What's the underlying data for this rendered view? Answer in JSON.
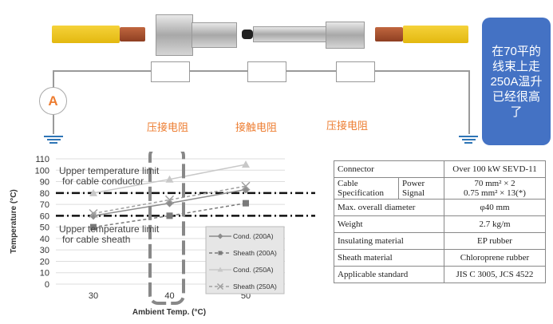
{
  "circuit": {
    "ammeter_label": "A",
    "resistors": [
      "压接电阻",
      "接触电阻",
      "压接电阻"
    ]
  },
  "note": "在70平的线束上走250A温升已经很高了",
  "chart_data": {
    "type": "line",
    "x": [
      30,
      40,
      50
    ],
    "xlabel": "Ambient Temp. (°C)",
    "ylabel": "Temperature (°C)",
    "ylim": [
      0,
      110
    ],
    "yticks": [
      0,
      10,
      20,
      30,
      40,
      50,
      60,
      70,
      80,
      90,
      100,
      110
    ],
    "grid": true,
    "legend": "bottom-right",
    "series": [
      {
        "name": "Cond. (200A)",
        "values": [
          60,
          71,
          83
        ],
        "color": "#8c8c8c",
        "dash": false,
        "marker": "diamond"
      },
      {
        "name": "Sheath (200A)",
        "values": [
          50,
          60,
          71
        ],
        "color": "#7a7a7a",
        "dash": true,
        "marker": "square"
      },
      {
        "name": "Cond. (250A)",
        "values": [
          80,
          92,
          105
        ],
        "color": "#c8c8c8",
        "dash": false,
        "marker": "triangle"
      },
      {
        "name": "Sheath (250A)",
        "values": [
          62,
          74,
          86
        ],
        "color": "#a0a0a0",
        "dash": true,
        "marker": "x"
      }
    ],
    "limits": [
      {
        "value": 80,
        "label": "Upper temperature limit for cable conductor",
        "lines": [
          "Upper temperature limit",
          "for cable conductor"
        ]
      },
      {
        "value": 60,
        "label": "Upper temperature limit for cable sheath",
        "lines": [
          "Upper temperature limit",
          "for cable sheath"
        ]
      }
    ]
  },
  "table": {
    "rows": [
      {
        "label": "Connector",
        "value": "Over 100 kW SEVD-11"
      },
      {
        "label": "Cable Specification",
        "sub": [
          "Power",
          "Signal"
        ],
        "value": [
          "70 mm² × 2",
          "0.75 mm² × 13(*)"
        ]
      },
      {
        "label": "Max. overall diameter",
        "value": "φ40 mm"
      },
      {
        "label": "Weight",
        "value": "2.7 kg/m"
      },
      {
        "label": "Insulating material",
        "value": "EP rubber"
      },
      {
        "label": "Sheath material",
        "value": "Chloroprene rubber"
      },
      {
        "label": "Applicable standard",
        "value": "JIS C 3005, JCS 4522"
      }
    ]
  }
}
